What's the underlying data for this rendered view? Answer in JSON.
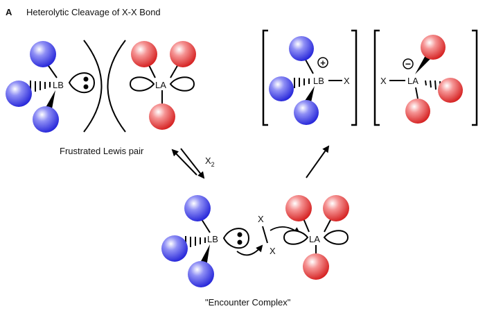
{
  "header": {
    "panel_letter": "A",
    "title": "Heterolytic Cleavage of X-X Bond"
  },
  "atoms": {
    "lewis_base": "LB",
    "lewis_acid": "LA",
    "halogen": "X"
  },
  "charges": {
    "plus": "+",
    "minus": "−"
  },
  "labels": {
    "frustrated_pair": "Frustrated Lewis pair",
    "encounter_complex": "\"Encounter Complex\"",
    "reagent": "X",
    "reagent_subscript": "2"
  },
  "colors": {
    "base_sphere": "#3a3ae6",
    "acid_sphere": "#e03a3a",
    "line": "#000000"
  }
}
